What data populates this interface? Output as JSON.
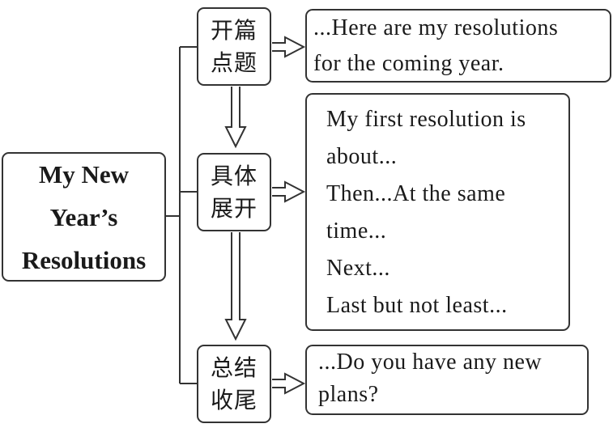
{
  "title": {
    "lines": [
      "My New",
      "Year’s",
      "Resolutions"
    ]
  },
  "stages": [
    {
      "lines": [
        "开篇",
        "点题"
      ]
    },
    {
      "lines": [
        "具体",
        "展开"
      ]
    },
    {
      "lines": [
        "总结",
        "收尾"
      ]
    }
  ],
  "contents": [
    {
      "lines": [
        "...Here are my resolutions",
        "for the coming year."
      ]
    },
    {
      "lines": [
        "My first resolution is",
        "about...",
        "Then...At the same",
        "time...",
        "Next...",
        "Last but not least..."
      ]
    },
    {
      "lines": [
        "...Do you have any new",
        "plans?"
      ]
    }
  ]
}
